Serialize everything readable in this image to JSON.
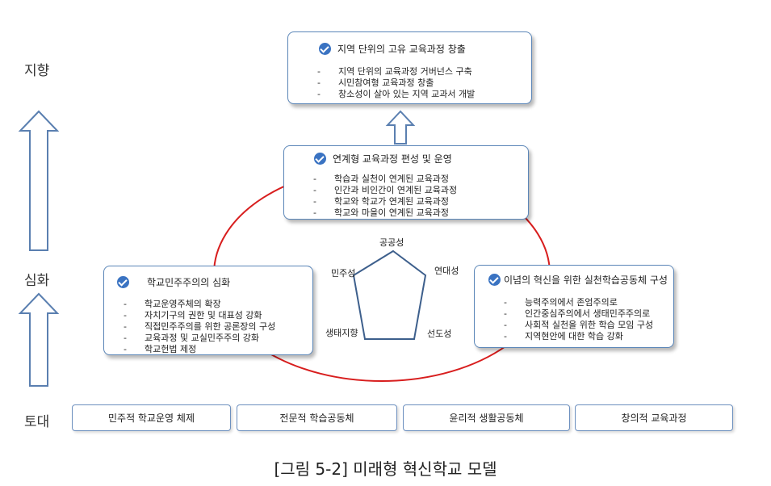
{
  "levels": {
    "top": "지향",
    "middle": "심화",
    "bottom": "토대"
  },
  "top_box": {
    "title": "지역 단위의 고유 교육과정 창출",
    "items": [
      "지역 단위의 교육과정 거버넌스 구축",
      "시민참여형 교육과정 창출",
      "창소성이 살아 있는 지역 교과서 개발"
    ]
  },
  "middle_box": {
    "title": "연계형 교육과정 편성 및 운영",
    "items": [
      "학습과 실천이 연계된 교육과정",
      "인간과 비인간이 연계된 교육과정",
      "학교와 학교가 연계된 교육과정",
      "학교와 마을이 연계된 교육과정"
    ]
  },
  "left_box": {
    "title": "학교민주주의의 심화",
    "items": [
      "학교운영주체의 확장",
      "자치기구의 권한 및 대표성 강화",
      "직접민주주의를 위한 공론장의 구성",
      "교육과정 및 교실민주주의 강화",
      "학교헌법 제정"
    ]
  },
  "right_box": {
    "title": "이념의 혁신을 위한 실천학습공동체 구성",
    "items": [
      "능력주의에서 존엄주의로",
      "인간중심주의에서 생태민주주의로",
      "사회적 실천을 위한 학습 모임 구성",
      "지역현안에 대한 학습 강화"
    ]
  },
  "pentagon": {
    "top": "공공성",
    "right": "연대성",
    "bottom_right": "선도성",
    "bottom_left": "생태지향",
    "left": "민주성"
  },
  "foundation": [
    "민주적 학교운영 체제",
    "전문적 학습공동체",
    "윤리적 생활공동체",
    "창의적 교육과정"
  ],
  "caption": "[그림 5-2] 미래형 혁신학교 모델",
  "colors": {
    "box_border": "#5b86b8",
    "check": "#3a73c2",
    "ellipse": "#d81e1e",
    "arrow": "#5a7fb0"
  }
}
